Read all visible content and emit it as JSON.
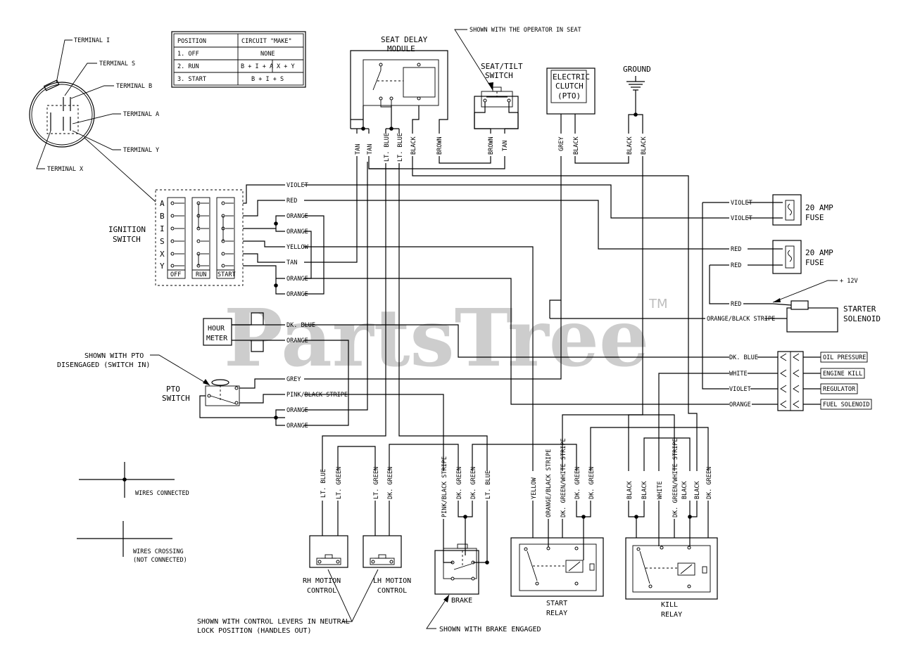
{
  "watermark": {
    "brand": "PartsTree",
    "tm": "TM"
  },
  "position_table": {
    "headers": [
      "POSITION",
      "CIRCUIT \"MAKE\""
    ],
    "rows": [
      {
        "pos": "1. OFF",
        "make": "NONE"
      },
      {
        "pos": "2. RUN",
        "make": "B + I + A",
        "make2": "X + Y"
      },
      {
        "pos": "3. START",
        "make": "B + I + S"
      }
    ]
  },
  "key_switch_terminals": [
    "TERMINAL I",
    "TERMINAL S",
    "TERMINAL B",
    "TERMINAL A",
    "TERMINAL Y",
    "TERMINAL X"
  ],
  "ignition_switch": {
    "label_line1": "IGNITION",
    "label_line2": "SWITCH",
    "rows": [
      "A",
      "B",
      "I",
      "S",
      "X",
      "Y"
    ],
    "columns": [
      "OFF",
      "RUN",
      "START"
    ]
  },
  "seat_delay_module": {
    "line1": "SEAT DELAY",
    "line2": "MODULE"
  },
  "seat_note": "SHOWN WITH THE OPERATOR IN SEAT",
  "seat_tilt": {
    "line1": "SEAT/TILT",
    "line2": "SWITCH"
  },
  "electric_clutch": {
    "line1": "ELECTRIC",
    "line2": "CLUTCH",
    "line3": "(PTO)"
  },
  "ground": "GROUND",
  "top_wires": [
    "TAN",
    "TAN",
    "LT. BLUE",
    "LT. BLUE",
    "BLACK",
    "BROWN",
    "BROWN",
    "TAN",
    "GREY",
    "BLACK",
    "BLACK",
    "BLACK"
  ],
  "switch_wires": [
    "VIOLET",
    "RED",
    "ORANGE",
    "ORANGE",
    "YELLOW",
    "TAN",
    "ORANGE",
    "ORANGE"
  ],
  "hour_meter": {
    "line1": "HOUR",
    "line2": "METER",
    "wires": [
      "DK. BLUE",
      "ORANGE"
    ]
  },
  "pto_note": {
    "line1": "SHOWN WITH PTO",
    "line2": "DISENGAGED (SWITCH IN)"
  },
  "pto_switch": {
    "line1": "PTO",
    "line2": "SWITCH",
    "wires": [
      "GREY",
      "PINK/BLACK STRIPE",
      "ORANGE",
      "ORANGE"
    ]
  },
  "fuse1": {
    "wires": [
      "VIOLET",
      "VIOLET"
    ],
    "line1": "20 AMP",
    "line2": "FUSE"
  },
  "fuse2": {
    "wires": [
      "RED",
      "RED"
    ],
    "line1": "20 AMP",
    "line2": "FUSE"
  },
  "starter": {
    "wire_red": "RED",
    "plus12": "+ 12V",
    "wire_ob": "ORANGE/BLACK STRIPE",
    "line1": "STARTER",
    "line2": "SOLENOID"
  },
  "connector": {
    "wires": [
      "DK. BLUE",
      "WHITE",
      "VIOLET",
      "ORANGE"
    ],
    "outputs": [
      "OIL PRESSURE",
      "ENGINE KILL",
      "REGULATOR",
      "FUEL SOLENOID"
    ]
  },
  "bottom_wires": {
    "rh": [
      "LT. BLUE",
      "LT. GREEN"
    ],
    "lh": [
      "LT. GREEN",
      "DK. GREEN"
    ],
    "brake": [
      "PINK/BLACK STRIPE",
      "DK. GREEN",
      "DK. GREEN",
      "LT. BLUE"
    ],
    "start": [
      "YELLOW",
      "ORANGE/BLACK STRIPE",
      "DK. GREEN/WHITE STRIPE",
      "DK. GREEN",
      "DK. GREEN"
    ],
    "kill": [
      "BLACK",
      "BLACK",
      "WHITE",
      "DK. GREEN/WHITE STRIPE",
      "BLACK",
      "BLACK",
      "DK. GREEN"
    ]
  },
  "rh_motion": {
    "line1": "RH MOTION",
    "line2": "CONTROL"
  },
  "lh_motion": {
    "line1": "LH MOTION",
    "line2": "CONTROL"
  },
  "brake": {
    "label": "BRAKE"
  },
  "start_relay": {
    "line1": "START",
    "line2": "RELAY"
  },
  "kill_relay": {
    "line1": "KILL",
    "line2": "RELAY"
  },
  "legend": {
    "connected": "WIRES CONNECTED",
    "crossing1": "WIRES CROSSING",
    "crossing2": "(NOT CONNECTED)"
  },
  "lever_note": {
    "line1": "SHOWN WITH CONTROL LEVERS IN NEUTRAL",
    "line2": "LOCK POSITION (HANDLES OUT)"
  },
  "brake_note": "SHOWN WITH BRAKE ENGAGED"
}
